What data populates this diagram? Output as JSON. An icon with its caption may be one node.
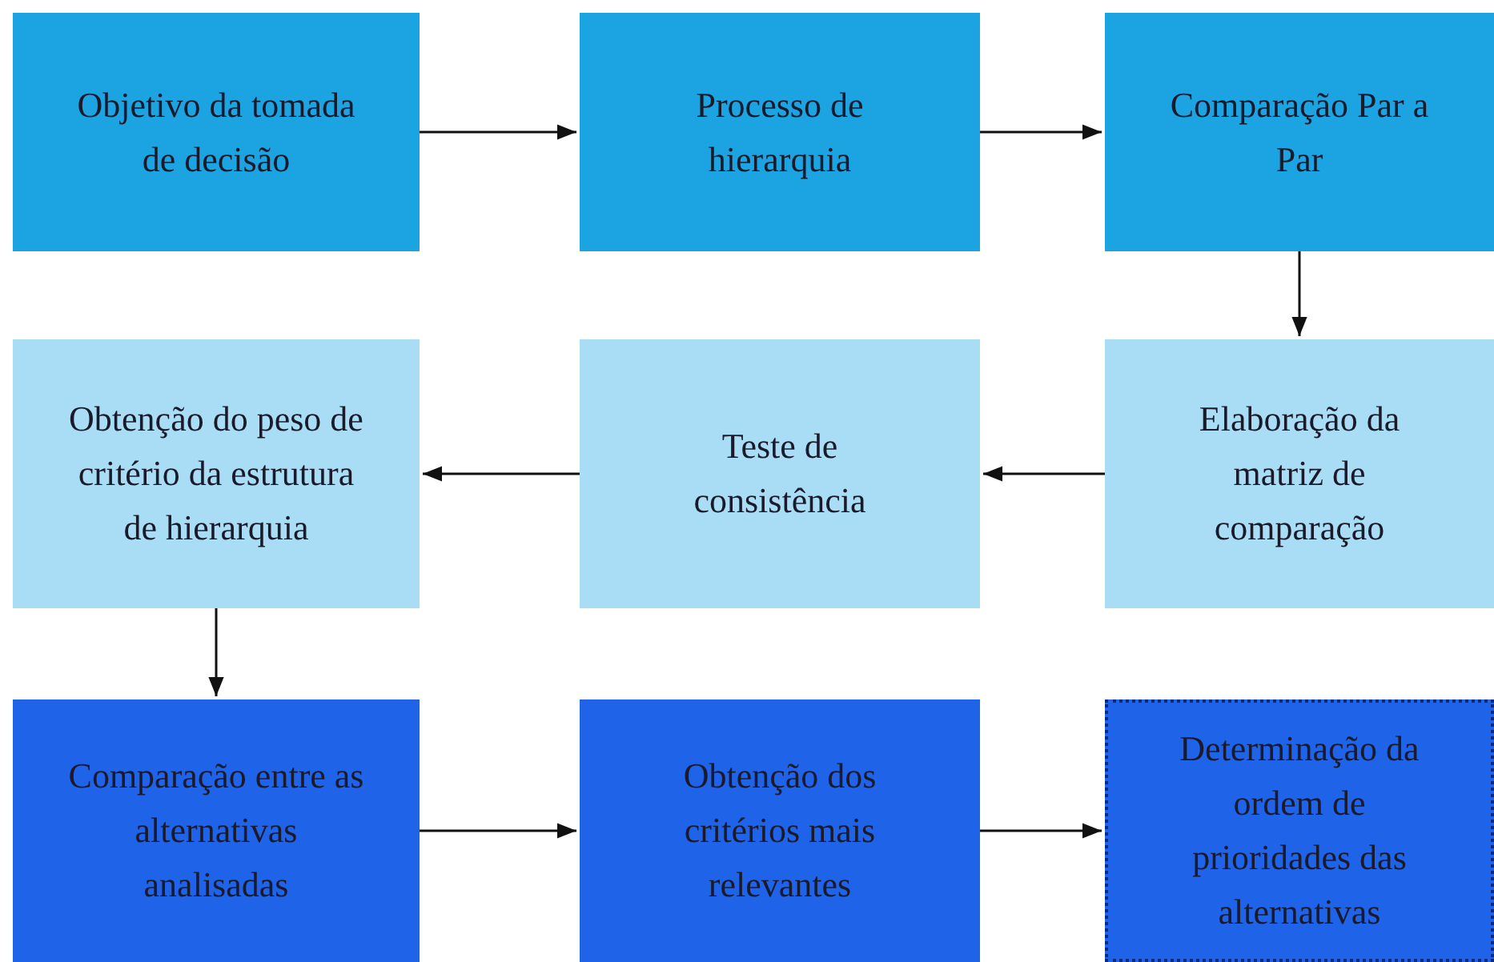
{
  "diagram": {
    "nodes": [
      {
        "text": [
          "Objetivo da tomada de decisão"
        ]
      },
      {
        "text": [
          "Processo de hierarquia"
        ]
      },
      {
        "text": [
          "Comparação Par a Par"
        ]
      },
      {
        "text": [
          "Elaboração da matriz de comparação"
        ]
      },
      {
        "text": [
          "Teste de consistência"
        ]
      },
      {
        "text": [
          "Obtenção do peso de critério da estrutura de hierarquia"
        ]
      },
      {
        "text": [
          "Comparação entre as alternativas analisadas"
        ]
      },
      {
        "text": [
          "Obtenção dos critérios mais relevantes"
        ]
      },
      {
        "text": [
          "Determinação da ordem de prioridades das alternativas"
        ]
      }
    ],
    "edges": [
      {
        "from": 0,
        "to": 1,
        "arrow": "to"
      },
      {
        "from": 1,
        "to": 2,
        "arrow": "to"
      },
      {
        "from": 2,
        "to": 3,
        "arrow": "to"
      },
      {
        "from": 3,
        "to": 4,
        "arrow": "to"
      },
      {
        "from": 4,
        "to": 5,
        "arrow": "to"
      },
      {
        "from": 5,
        "to": 6,
        "arrow": "to"
      },
      {
        "from": 6,
        "to": 7,
        "arrow": "to"
      },
      {
        "from": 7,
        "to": 8,
        "arrow": "to"
      }
    ]
  }
}
